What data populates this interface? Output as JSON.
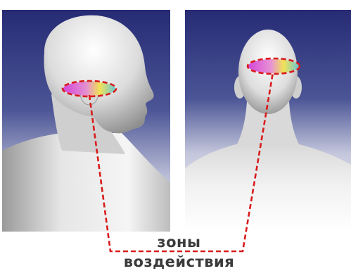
{
  "labels": {
    "line1": "зоны",
    "line2": "воздействия"
  },
  "colors": {
    "background_top": "#2a2f78",
    "background_bottom": "#ffffff",
    "skin_light": "#f4f4f4",
    "skin_dark": "#8e8e8e",
    "marker_line": "#d81c1c",
    "zone_magenta": "#d23ad8",
    "zone_yellow": "#f2e24a",
    "zone_cyan": "#5fc6d6",
    "label_text": "#3a3a3a"
  },
  "figures": [
    {
      "view": "side-profile"
    },
    {
      "view": "back"
    }
  ]
}
